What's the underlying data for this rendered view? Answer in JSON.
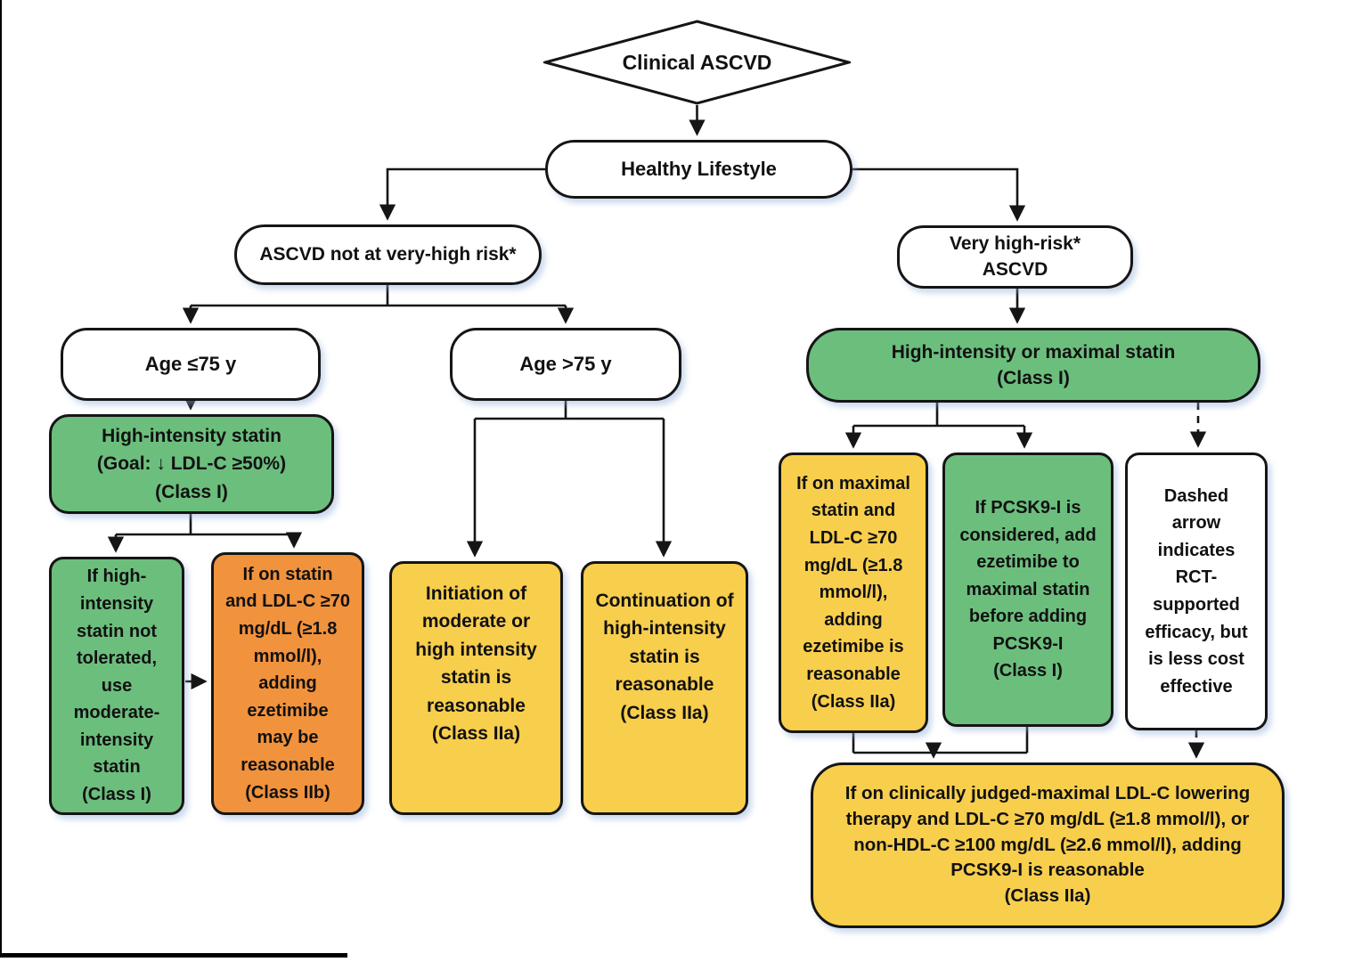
{
  "figure": {
    "type": "flowchart",
    "palette": {
      "class_i_green": "#6CBE7D",
      "class_iia_yellow": "#F8CE4D",
      "class_iib_orange": "#F1923D",
      "neutral_white": "#FFFFFF",
      "line_black": "#151515"
    }
  },
  "nodes": {
    "clinical_ascvd": {
      "label": "Clinical ASCVD"
    },
    "healthy_lifestyle": {
      "label": "Healthy Lifestyle"
    },
    "not_very_high_risk": {
      "label": "ASCVD not at very-high risk*"
    },
    "very_high_risk": {
      "label": "Very high-risk*\nASCVD"
    },
    "age_le_75": {
      "label": "Age ≤75 y"
    },
    "age_gt_75": {
      "label": "Age >75 y"
    },
    "high_intensity_statin": {
      "label": "High-intensity statin\n(Goal: ↓ LDL-C ≥50%)\n(Class I)"
    },
    "statin_not_tolerated": {
      "label": "If high-\nintensity\nstatin not\ntolerated,\nuse\nmoderate-\nintensity\nstatin\n(Class I)"
    },
    "add_ezetimibe_iib": {
      "label": "If on statin\nand LDL-C ≥70\nmg/dL (≥1.8\nmmol/l),\nadding\nezetimibe\nmay be\nreasonable\n(Class IIb)"
    },
    "initiation_statin": {
      "label": "Initiation of\nmoderate or\nhigh intensity\nstatin is\nreasonable\n(Class IIa)"
    },
    "continuation_statin": {
      "label": "Continuation of\nhigh-intensity\nstatin is\nreasonable\n(Class IIa)"
    },
    "maximal_statin": {
      "label": "High-intensity or maximal statin\n(Class I)"
    },
    "maximal_ezetimibe": {
      "label": "If on maximal\nstatin and\nLDL-C ≥70\nmg/dL (≥1.8\nmmol/l),\nadding\nezetimibe is\nreasonable\n(Class IIa)"
    },
    "pcsk9_considered": {
      "label": "If PCSK9-I is\nconsidered, add\nezetimibe to\nmaximal statin\nbefore adding\nPCSK9-I\n(Class I)"
    },
    "dashed_arrow_note": {
      "label": "Dashed\narrow\nindicates\nRCT-\nsupported\nefficacy, but\nis less cost\neffective"
    },
    "pcsk9_reasonable": {
      "label": "If on clinically judged-maximal LDL-C lowering\ntherapy and LDL-C ≥70 mg/dL (≥1.8 mmol/l), or\nnon-HDL-C ≥100 mg/dL (≥2.6 mmol/l), adding\nPCSK9-I is reasonable\n(Class IIa)"
    }
  }
}
